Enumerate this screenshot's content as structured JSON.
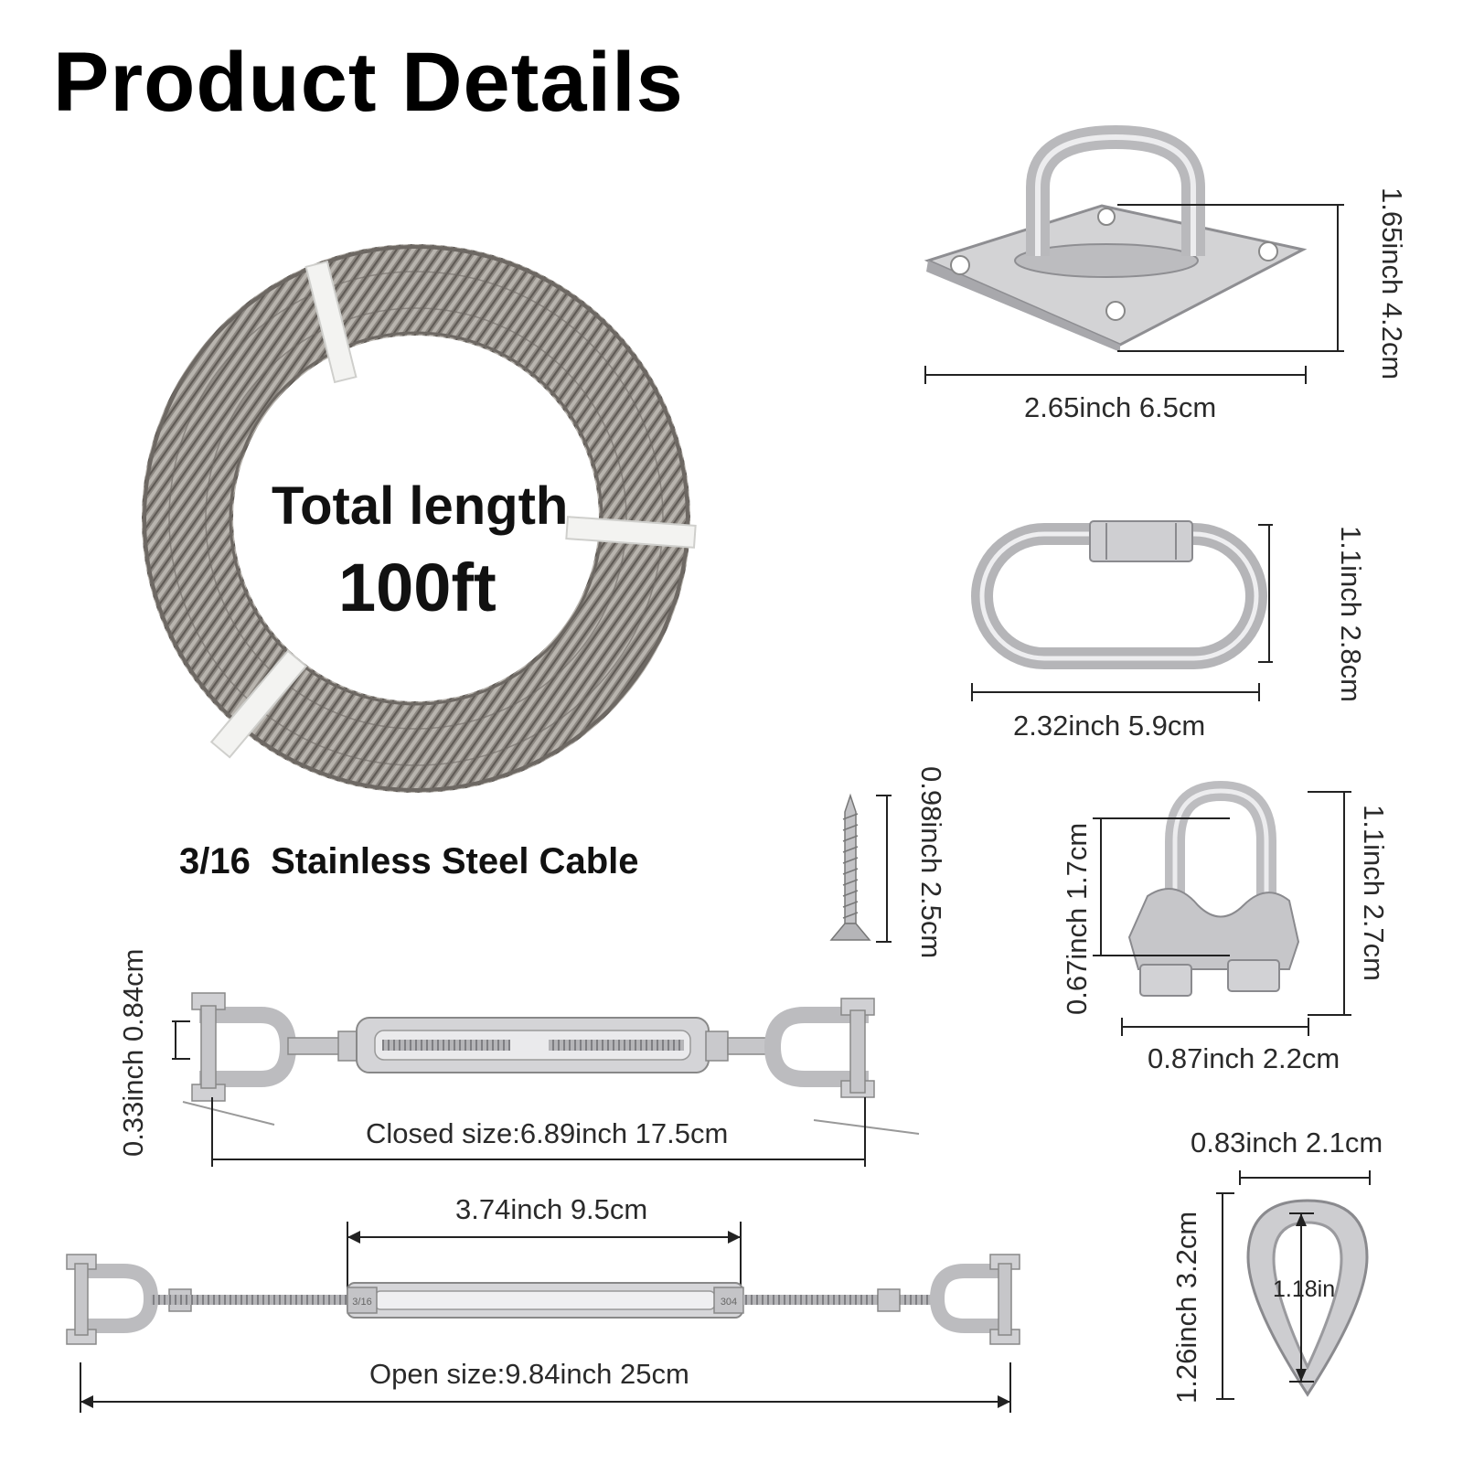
{
  "title": "Product Details",
  "cable": {
    "line1": "Total length",
    "line2": "100ft",
    "caption": "3/16  Stainless Steel Cable"
  },
  "pad_eye": {
    "height": "1.65inch 4.2cm",
    "width": "2.65inch 6.5cm"
  },
  "quick_link": {
    "height": "1.1inch 2.8cm",
    "width": "2.32inch 5.9cm"
  },
  "screw": {
    "length": "0.98inch 2.5cm"
  },
  "wire_clip": {
    "inner": "0.67inch 1.7cm",
    "height": "1.1inch 2.7cm",
    "width": "0.87inch 2.2cm"
  },
  "turnbuckle_closed": {
    "jaw": "0.33inch 0.84cm",
    "size": "Closed size:6.89inch 17.5cm"
  },
  "turnbuckle_open": {
    "body": "3.74inch 9.5cm",
    "size": "Open size:9.84inch 25cm",
    "mark_left": "3/16",
    "mark_right": "304"
  },
  "thimble": {
    "width": "0.83inch 2.1cm",
    "height": "1.26inch 3.2cm",
    "inner": "1.18in"
  },
  "colors": {
    "steel": "#b9b9bb",
    "cable": "#8a8580",
    "tie": "#f2f2f0"
  }
}
